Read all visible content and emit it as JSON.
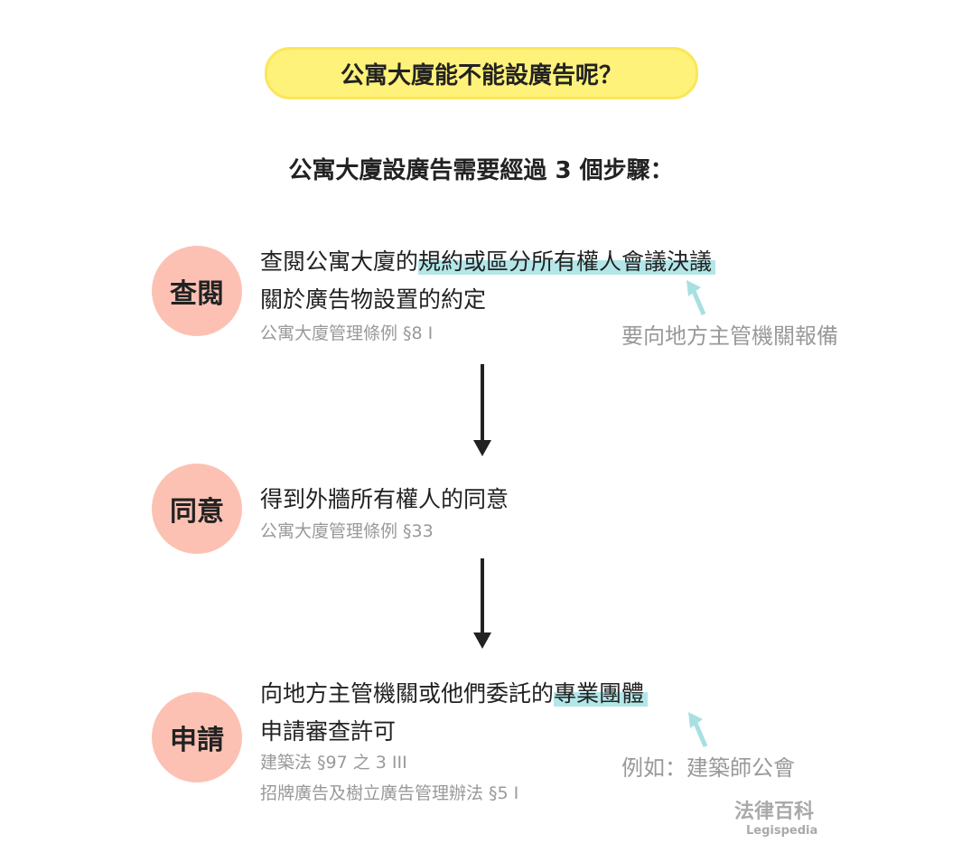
{
  "title": "公寓大廈能不能設廣告呢？",
  "subtitle": "公寓大廈設廣告需要經過 3 個步驟：",
  "steps": [
    {
      "label": "查閱",
      "line1_a": "查閱公寓大廈的",
      "line1_hl": "規約或區分所有權人會議決議",
      "line2": "關於廣告物設置的約定",
      "citations": [
        "公寓大廈管理條例 §8 I"
      ],
      "note": "要向地方主管機關報備"
    },
    {
      "label": "同意",
      "line1_a": "得到外牆所有權人的同意",
      "citations": [
        "公寓大廈管理條例 §33"
      ]
    },
    {
      "label": "申請",
      "line1_a": "向地方主管機關或他們委託的",
      "line1_hl": "專業團體",
      "line2": "申請審查許可",
      "citations": [
        "建築法 §97 之 3 III",
        "招牌廣告及樹立廣告管理辦法 §5 I"
      ],
      "note": "例如：建築師公會"
    }
  ],
  "logo": {
    "name": "法律百科",
    "sub": "Legispedia"
  },
  "colors": {
    "title_bg": "#fff27a",
    "circle": "#fcc1b3",
    "highlight": "#b3e6e8",
    "arrow": "#222222",
    "annotation_arrow": "#a8e0e2"
  }
}
